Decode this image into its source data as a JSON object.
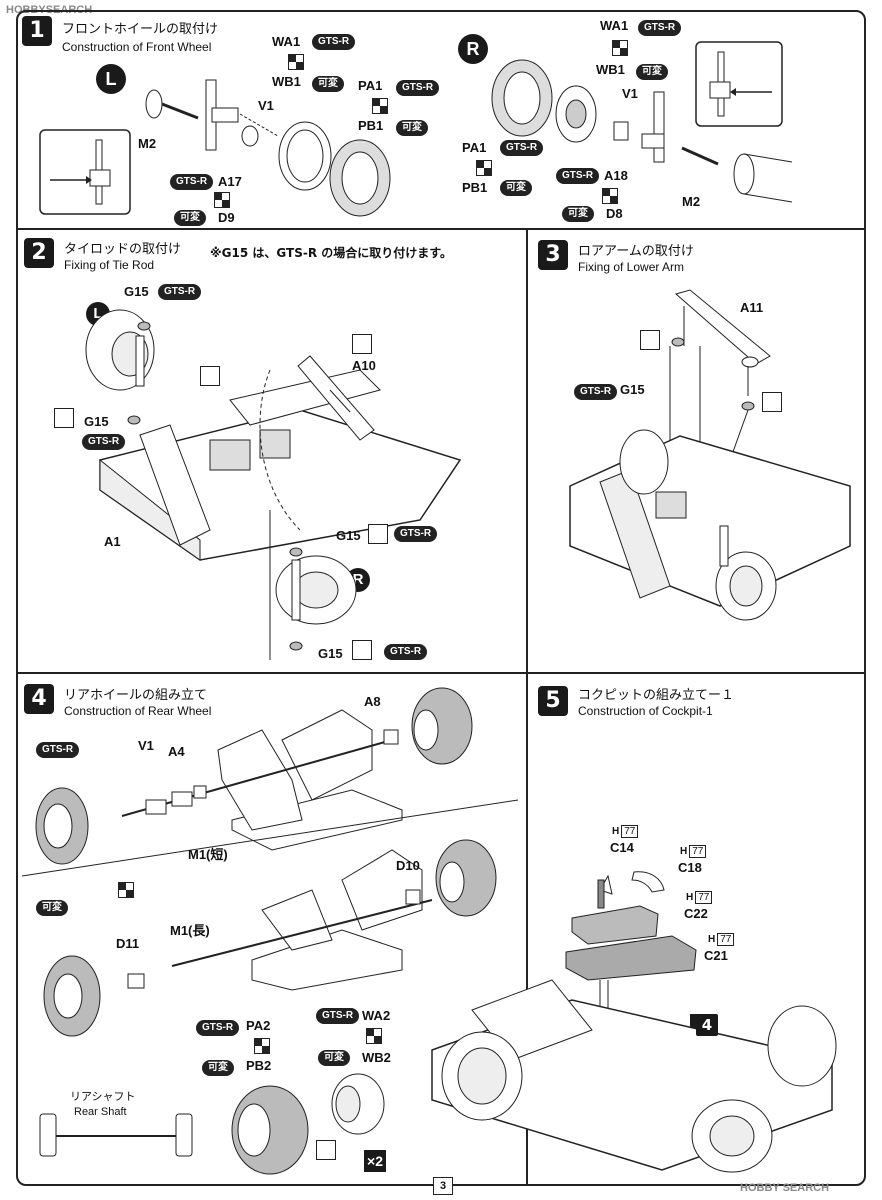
{
  "watermark_top": "HOBBYSEARCH",
  "watermark_bottom": "HOBBY SEARCH",
  "page_number": "3",
  "steps": {
    "s1": {
      "num": "1",
      "jp": "フロントホイールの取付け",
      "en": "Construction of Front Wheel"
    },
    "s2": {
      "num": "2",
      "jp": "タイロッドの取付け",
      "en": "Fixing of Tie Rod",
      "note": "※G15 は、GTS-R の場合に取り付けます。"
    },
    "s3": {
      "num": "3",
      "jp": "ロアアームの取付け",
      "en": "Fixing of Lower Arm"
    },
    "s4": {
      "num": "4",
      "jp": "リアホイールの組み立て",
      "en": "Construction of Rear Wheel"
    },
    "s5": {
      "num": "5",
      "jp": "コクピットの組み立てー１",
      "en": "Construction of Cockpit-1"
    }
  },
  "tags": {
    "gtsr": "GTS-R",
    "kahen": "可変"
  },
  "sides": {
    "left": "L",
    "right": "R"
  },
  "parts": {
    "M2": "M2",
    "V1": "V1",
    "A17": "A17",
    "D9": "D9",
    "WA1": "WA1",
    "WB1": "WB1",
    "PA1": "PA1",
    "PB1": "PB1",
    "A18": "A18",
    "D8": "D8",
    "G15": "G15",
    "A10": "A10",
    "A1": "A1",
    "A11": "A11",
    "A8": "A8",
    "A4": "A4",
    "M1_short": "M1(短)",
    "D10": "D10",
    "D11": "D11",
    "M1_long": "M1(長)",
    "PA2": "PA2",
    "PB2": "PB2",
    "WA2": "WA2",
    "WB2": "WB2",
    "C14": "C14",
    "C18": "C18",
    "C22": "C22",
    "C21": "C21"
  },
  "rear_shaft": {
    "jp": "リアシャフト",
    "en": "Rear Shaft"
  },
  "h77": {
    "h": "H",
    "n": "77"
  },
  "ref4": "4",
  "x2": "×2"
}
